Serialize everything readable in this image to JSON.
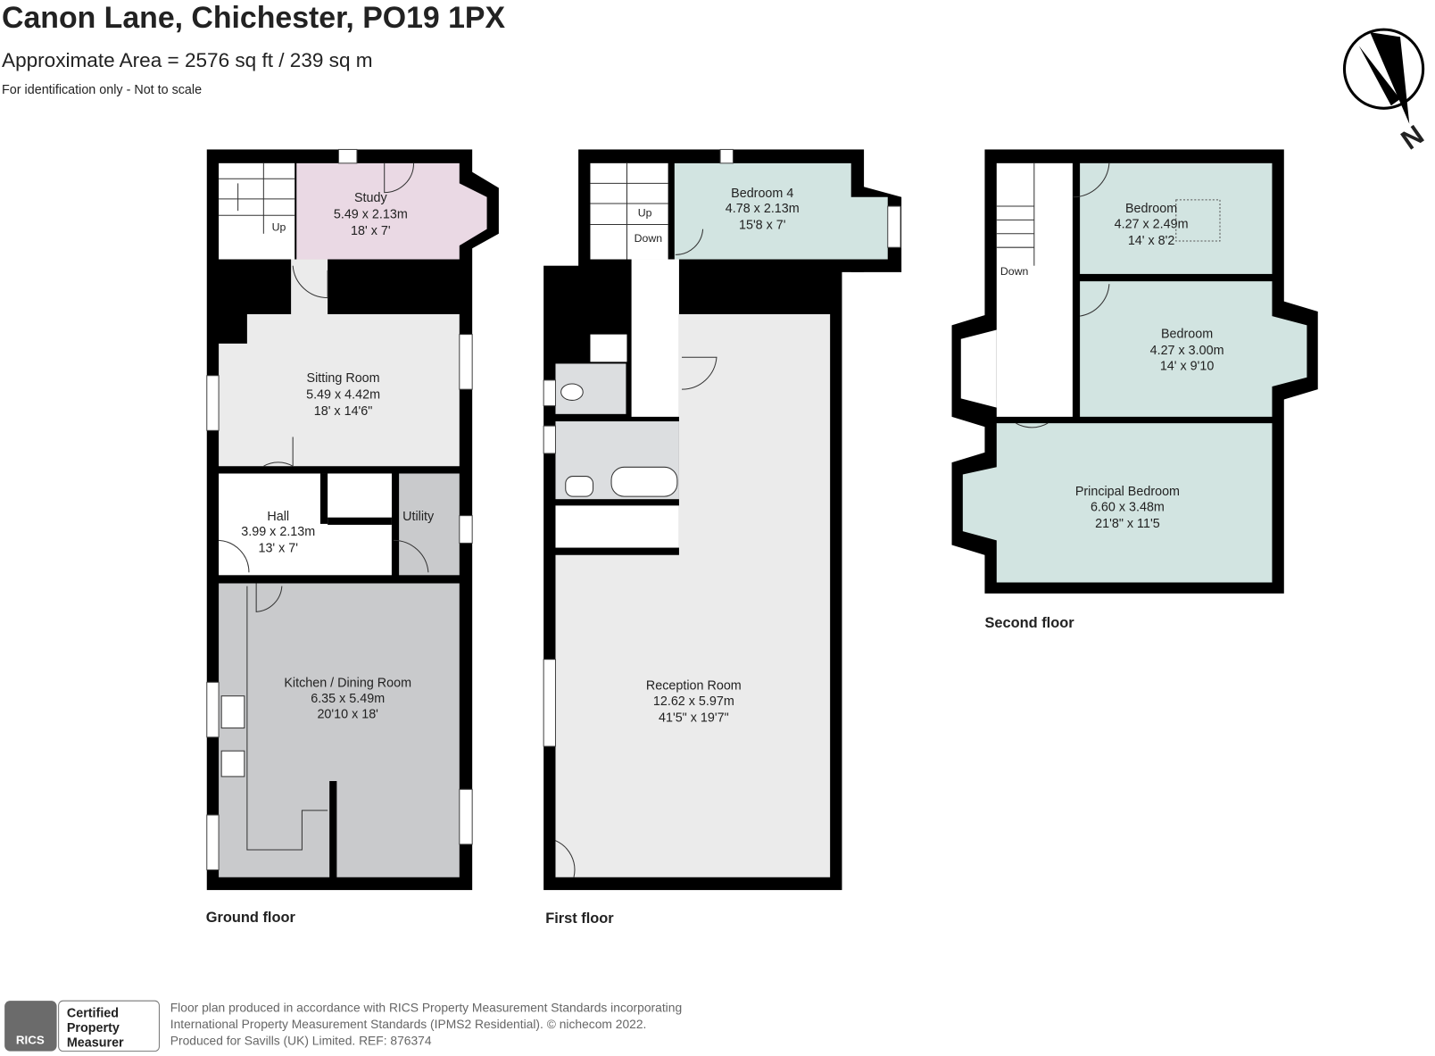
{
  "header": {
    "title": "Canon Lane, Chichester, PO19 1PX",
    "area": "Approximate Area = 2576 sq ft / 239 sq m",
    "note": "For identification only - Not to scale",
    "compass_letter": "N"
  },
  "floors": {
    "ground": {
      "label": "Ground floor",
      "stairs_label": "Up",
      "rooms": [
        {
          "name": "Study",
          "metric": "5.49 x 2.13m",
          "imperial": "18' x 7'"
        },
        {
          "name": "Sitting Room",
          "metric": "5.49 x 4.42m",
          "imperial": "18' x 14'6\""
        },
        {
          "name": "Hall",
          "metric": "3.99 x 2.13m",
          "imperial": "13' x 7'"
        },
        {
          "name": "Utility"
        },
        {
          "name": "Kitchen / Dining Room",
          "metric": "6.35 x 5.49m",
          "imperial": "20'10 x 18'"
        }
      ]
    },
    "first": {
      "label": "First floor",
      "stairs_up": "Up",
      "stairs_down": "Down",
      "rooms": [
        {
          "name": "Bedroom 4",
          "metric": "4.78 x 2.13m",
          "imperial": "15'8 x 7'"
        },
        {
          "name": "Reception Room",
          "metric": "12.62 x 5.97m",
          "imperial": "41'5\" x 19'7\""
        }
      ]
    },
    "second": {
      "label": "Second floor",
      "stairs_label": "Down",
      "rooms": [
        {
          "name": "Bedroom",
          "metric": "4.27 x 2.49m",
          "imperial": "14' x 8'2"
        },
        {
          "name": "Bedroom",
          "metric": "4.27 x 3.00m",
          "imperial": "14' x 9'10"
        },
        {
          "name": "Principal Bedroom",
          "metric": "6.60 x 3.48m",
          "imperial": "21'8\" x 11'5"
        }
      ]
    }
  },
  "colors": {
    "study": "#ead9e4",
    "bedroom": "#d2e4e1",
    "light": "#ebebeb",
    "kitchen": "#c9cacc",
    "wet": "#dcdee0"
  },
  "footer": {
    "badge_logo": "RICS",
    "badge_lines": [
      "Certified",
      "Property",
      "Measurer"
    ],
    "lines": [
      "Floor plan produced in accordance with RICS Property Measurement Standards incorporating",
      "International Property Measurement Standards (IPMS2 Residential).   © nichecom 2022.",
      "Produced for Savills (UK) Limited.   REF:  876374"
    ]
  }
}
